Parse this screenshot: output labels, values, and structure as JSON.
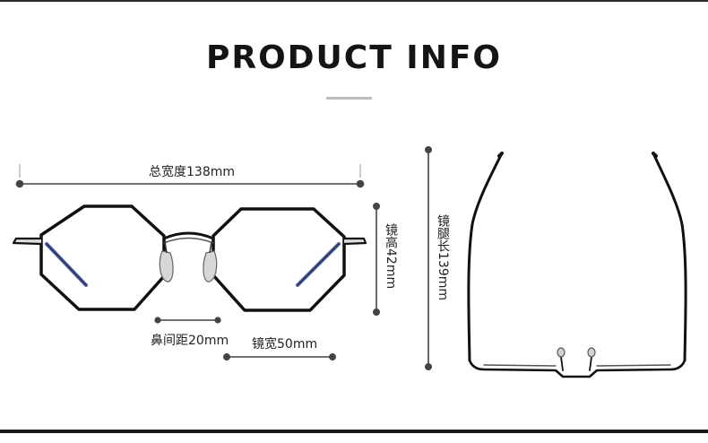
{
  "title": "PRODUCT INFO",
  "dimensions": {
    "total_width": "总宽度138mm",
    "lens_height": "镜高42mm",
    "bridge_width": "鼻间距20mm",
    "lens_width": "镜宽50mm",
    "temple_length": "镜腿长139mm"
  },
  "colors": {
    "frame": "#111111",
    "temple_accent": "#4a5aa0",
    "measure_line": "#444444",
    "title_underline": "#bdbdbd"
  }
}
